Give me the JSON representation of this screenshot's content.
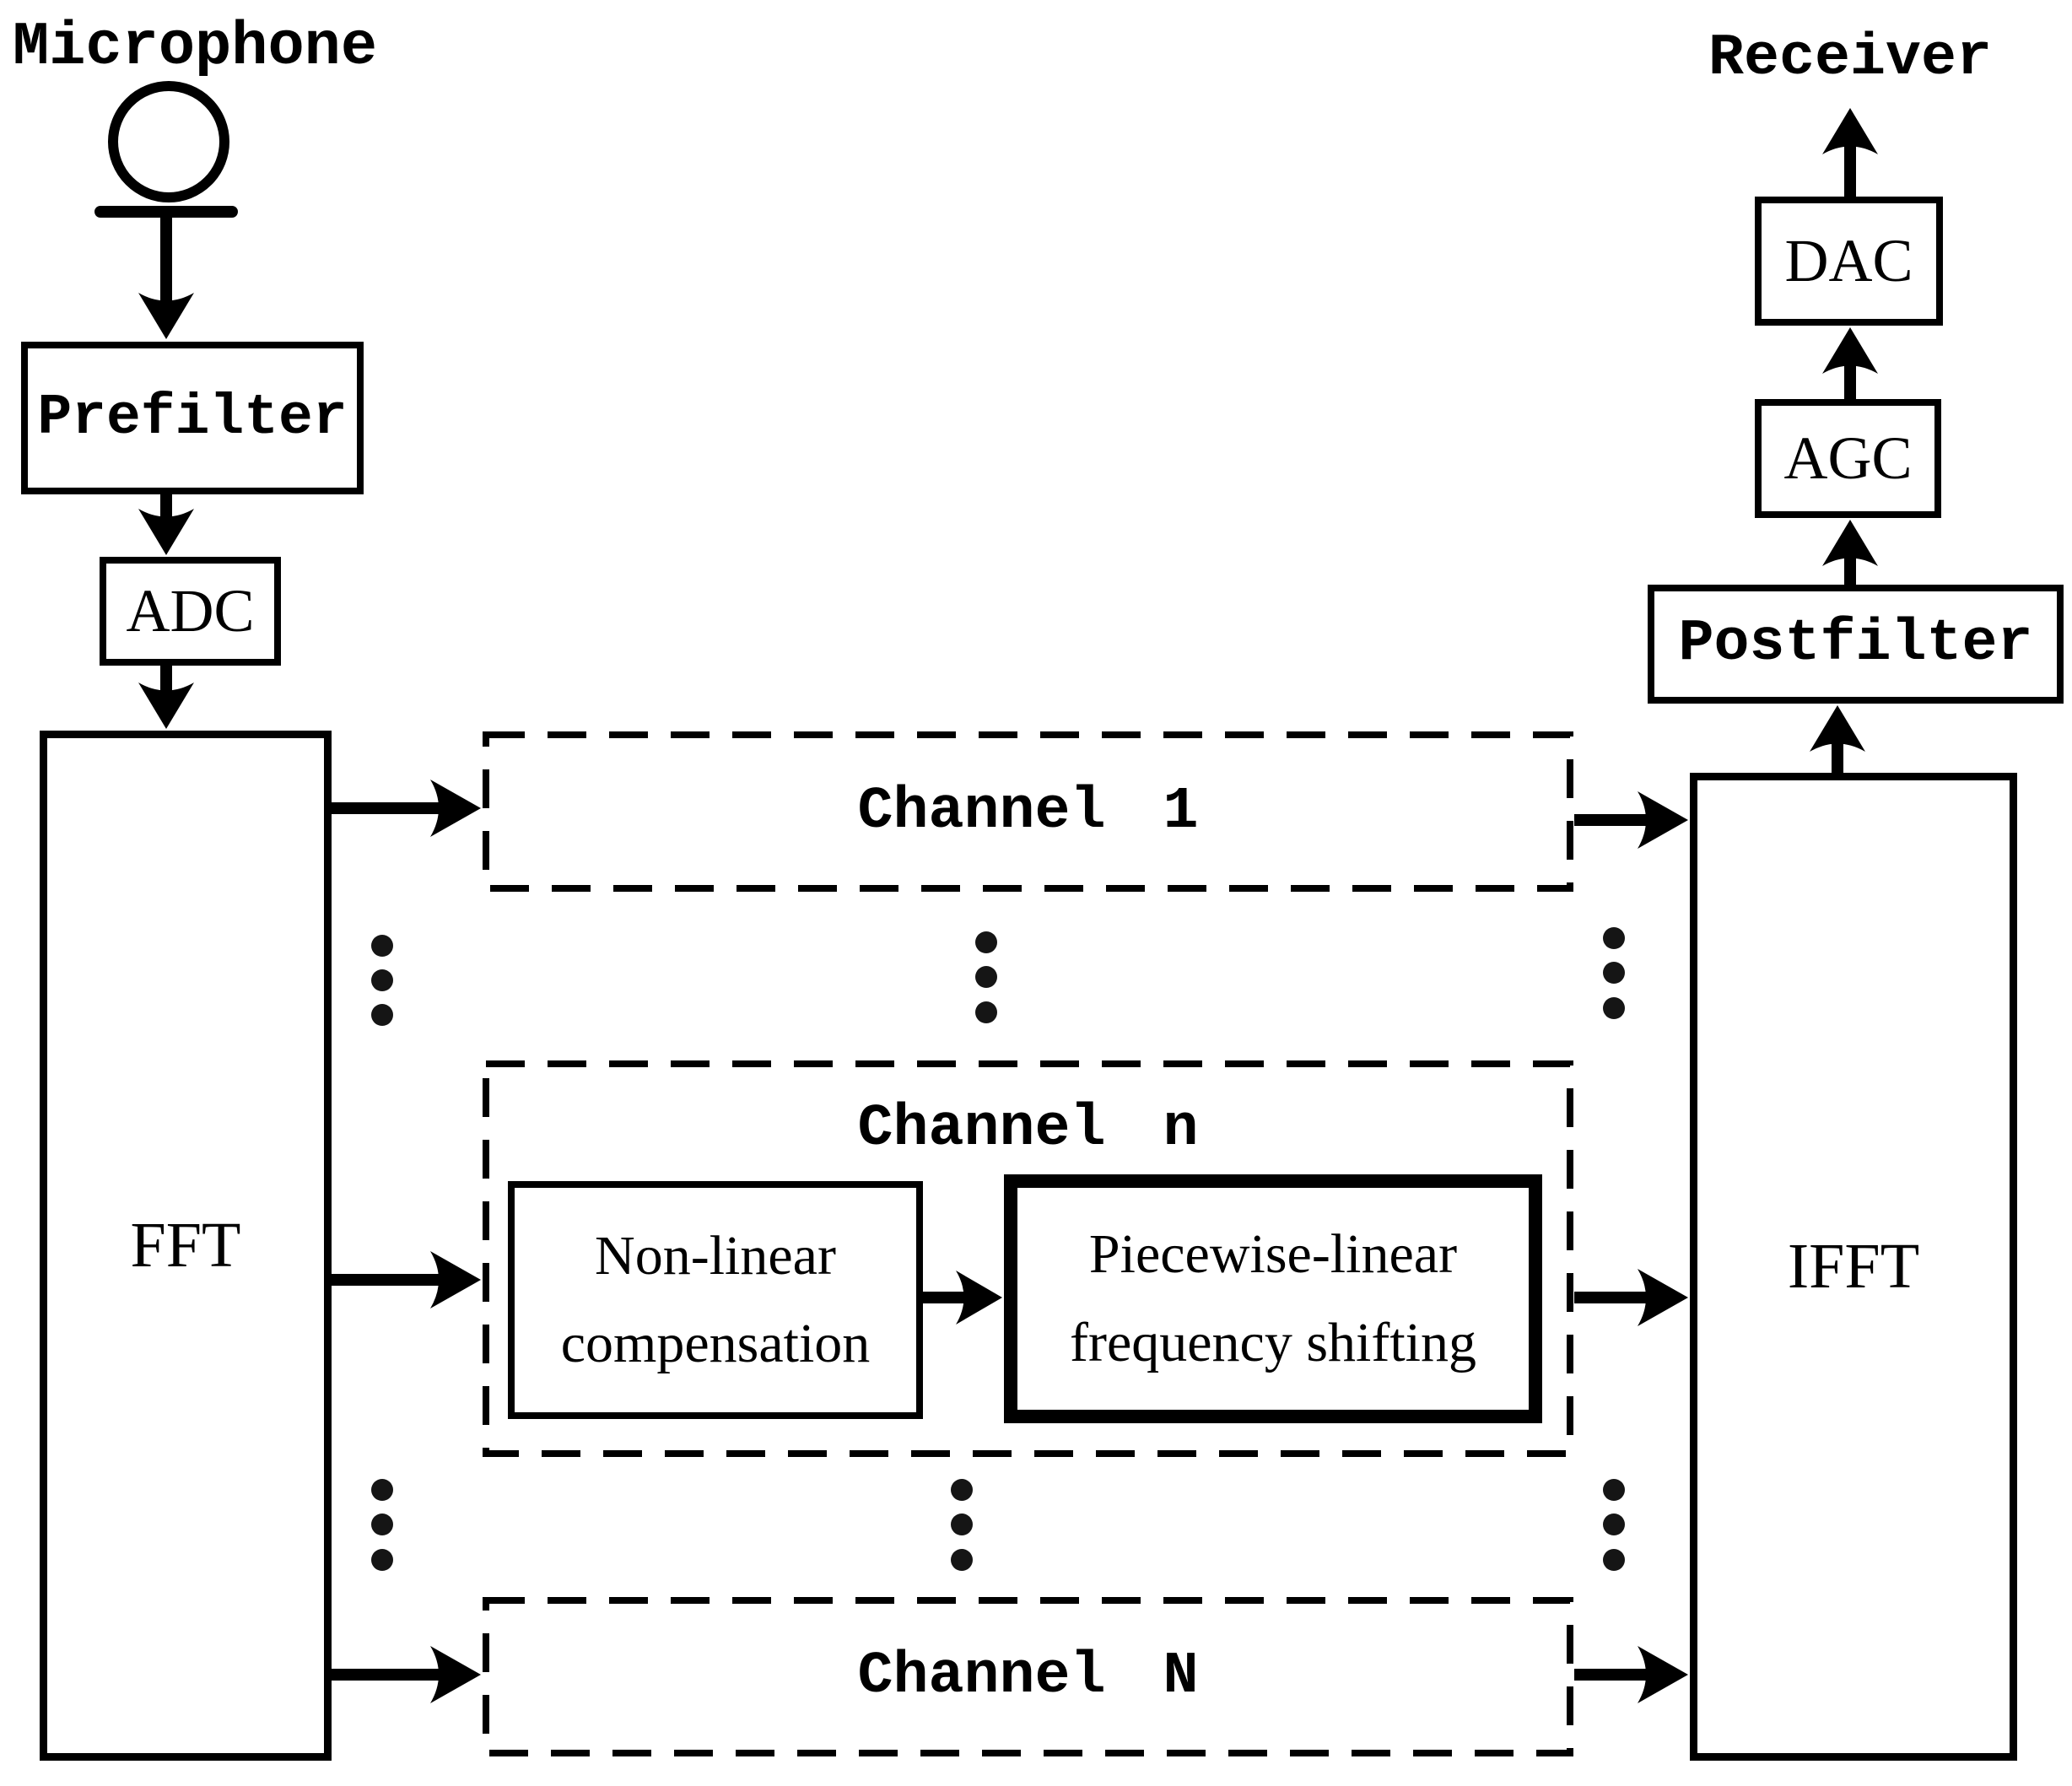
{
  "diagram": {
    "background": "#ffffff",
    "stroke_color": "#000000",
    "labels": {
      "microphone": "Microphone",
      "prefilter": "Prefilter",
      "adc": "ADC",
      "fft": "FFT",
      "channel_1": "Channel 1",
      "channel_n": "Channel n",
      "channel_N": "Channel N",
      "nonlinear_line1": "Non-linear",
      "nonlinear_line2": "compensation",
      "piecewise_line1": "Piecewise-linear",
      "piecewise_line2": "frequency shifting",
      "ifft": "IFFT",
      "postfilter": "Postfilter",
      "agc": "AGC",
      "dac": "DAC",
      "receiver": "Receiver"
    },
    "connections": [
      {
        "from": "Microphone",
        "to": "Prefilter"
      },
      {
        "from": "Prefilter",
        "to": "ADC"
      },
      {
        "from": "ADC",
        "to": "FFT"
      },
      {
        "from": "FFT",
        "to": "Channel 1"
      },
      {
        "from": "FFT",
        "to": "Channel n"
      },
      {
        "from": "FFT",
        "to": "Channel N"
      },
      {
        "from": "Non-linear compensation",
        "to": "Piecewise-linear frequency shifting"
      },
      {
        "from": "Channel 1",
        "to": "IFFT"
      },
      {
        "from": "Channel n",
        "to": "IFFT"
      },
      {
        "from": "Channel N",
        "to": "IFFT"
      },
      {
        "from": "IFFT",
        "to": "Postfilter"
      },
      {
        "from": "Postfilter",
        "to": "AGC"
      },
      {
        "from": "AGC",
        "to": "DAC"
      },
      {
        "from": "DAC",
        "to": "Receiver"
      }
    ]
  }
}
